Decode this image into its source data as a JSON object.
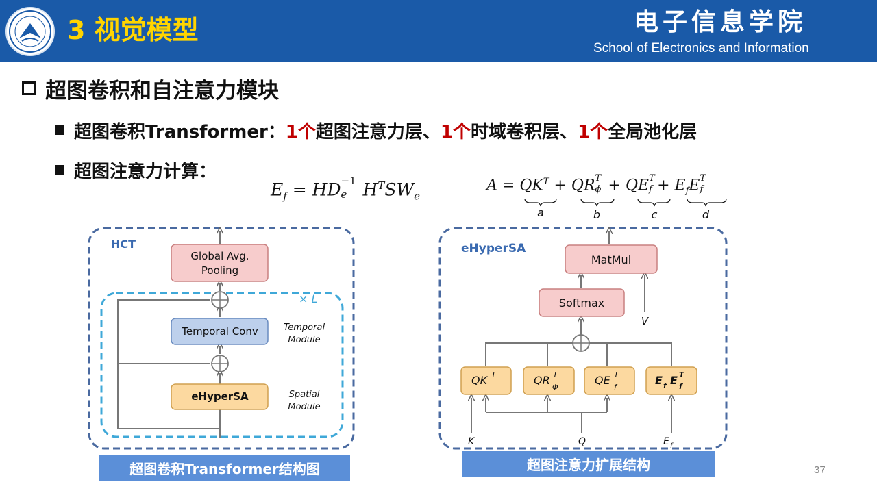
{
  "header": {
    "title": "3 视觉模型",
    "school_cn": "电子信息学院",
    "school_en": "School of Electronics and Information"
  },
  "section": {
    "heading": "超图卷积和自注意力模块"
  },
  "bullets": {
    "b1": {
      "prefix": "超图卷积Transformer：",
      "n1": "1",
      "p1": "个",
      "t1": "超图注意力层、",
      "n2": "1",
      "p2": "个",
      "t2": "时域卷积层、",
      "n3": "1",
      "p3": "个",
      "t3": "全局池化层"
    },
    "b2": {
      "text": "超图注意力计算："
    }
  },
  "equations": {
    "ef": {
      "E": "E",
      "f": "f",
      "eq": " = ",
      "HD": "HD",
      "e": "e",
      "m1": "−1",
      "H": "H",
      "T": "T",
      "SW": "SW",
      "w": "e"
    },
    "a": {
      "A": "A",
      "eq": " = ",
      "term_a": "QK",
      "sup_a": "T",
      "plus1": "+",
      "term_b": "QR",
      "sup_b": "T",
      "sub_b": "ϕ",
      "plus2": "+",
      "term_c": "QE",
      "sup_c": "T",
      "sub_c": "f",
      "plus3": "+",
      "term_d1": "E",
      "sub_d1": "f",
      "term_d2": "E",
      "sup_d2": "T",
      "sub_d2": "f",
      "brace_a": "a",
      "brace_b": "b",
      "brace_c": "c",
      "brace_d": "d"
    }
  },
  "hct": {
    "label": "HCT",
    "loop_label": "× L",
    "pool_line1": "Global Avg.",
    "pool_line2": "Pooling",
    "conv": "Temporal Conv",
    "sa": "eHyperSA",
    "temporal_line1": "Temporal",
    "temporal_line2": "Module",
    "spatial_line1": "Spatial",
    "spatial_line2": "Module",
    "caption": "超图卷积Transformer结构图"
  },
  "ehsa": {
    "label": "eHyperSA",
    "matmul": "MatMul",
    "softmax": "Softmax",
    "v": "V",
    "k": "K",
    "q": "Q",
    "ef": "E",
    "ef_sub": "f",
    "qk": "QK",
    "qk_sup": "T",
    "qr": "QR",
    "qr_sup": "T",
    "qr_sub": "Φ",
    "qe": "QE",
    "qe_sup": "T",
    "qe_sub": "f",
    "ee1": "E",
    "ee1_sub": "f",
    "ee2": "E",
    "ee2_sup": "T",
    "ee2_sub": "f",
    "caption": "超图注意力扩展结构"
  },
  "page_number": "37",
  "colors": {
    "header": "#1a5aa8",
    "title": "#ffd400",
    "accent_red": "#c00000",
    "caption_bg": "#5b8fd8",
    "pink_box": "#f7cccc",
    "blue_box": "#bdd0ec",
    "orange_box": "#fcd9a0",
    "dash_dark": "#4a6aa0",
    "dash_light": "#3fa8d8"
  }
}
